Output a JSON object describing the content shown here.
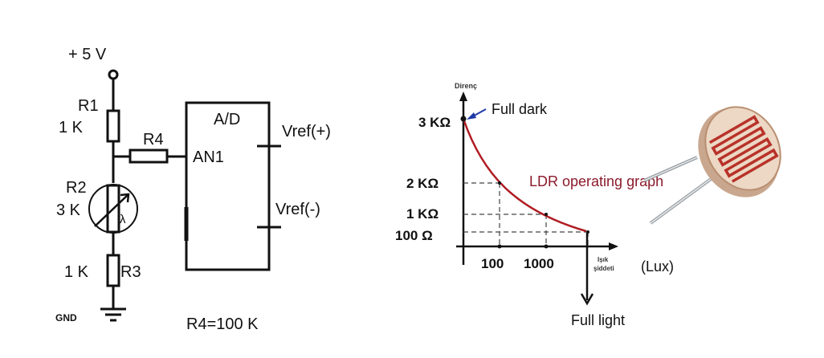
{
  "circuit": {
    "supply_label": "+ 5 V",
    "r1_name": "R1",
    "r1_value": "1 K",
    "r4_name": "R4",
    "r2_name": "R2",
    "r2_value": "3 K",
    "r3_value": "1 K",
    "r3_name": "R3",
    "gnd_label": "GND",
    "ad_label": "A/D",
    "an1_label": "AN1",
    "vref_plus_label": "Vref(+)",
    "vref_minus_label": "Vref(-)",
    "r4_note": "R4=100 K"
  },
  "graph": {
    "ylabel": "Direnç",
    "xlabel_line1": "Işık",
    "xlabel_line2": "şiddeti",
    "unit_label": "(Lux)",
    "title": "LDR operating graph",
    "annotation_dark": "Full dark",
    "annotation_light": "Full light",
    "curve_color": "#b01c22",
    "title_color": "#8b1a2b",
    "arrow_color": "#1f3aa6"
  },
  "chart_data": {
    "type": "line",
    "x_ticks": [
      "100",
      "1000"
    ],
    "y_ticks": [
      "3 KΩ",
      "2 KΩ",
      "1 KΩ",
      "100 Ω"
    ],
    "xlabel": "Işık şiddeti",
    "ylabel": "Direnç",
    "series": [
      {
        "x": [
          0,
          100,
          1000,
          "Full light"
        ],
        "y": [
          "3 KΩ",
          "2 KΩ",
          "1 KΩ",
          "100 Ω"
        ]
      }
    ],
    "grid": false
  },
  "photo": {
    "icon": "ldr-photoresistor-icon"
  }
}
